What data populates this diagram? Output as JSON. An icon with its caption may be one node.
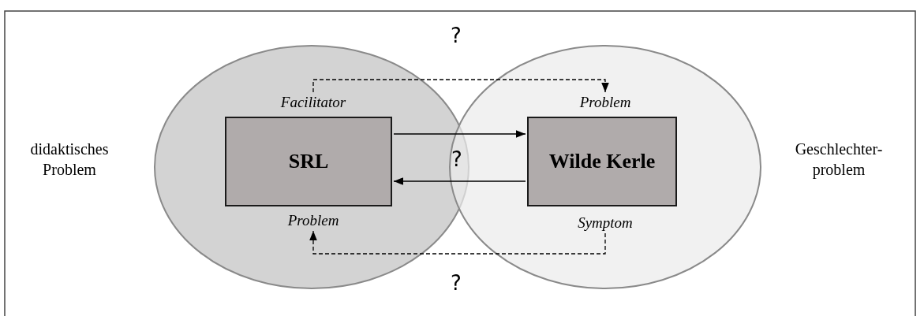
{
  "diagram": {
    "nodes": [
      {
        "text": [],
        "shape": "ellipse",
        "beside": [
          "didaktisches Problem"
        ]
      },
      {
        "text": [
          "Facilitator"
        ],
        "in": 0
      },
      {
        "text": [
          "SRL"
        ],
        "in": 0
      },
      {
        "text": [
          "Problem"
        ],
        "in": 0
      },
      {
        "text": [],
        "shape": "ellipse",
        "beside": [
          "Geschlechter- problem"
        ]
      },
      {
        "text": [
          "Problem"
        ],
        "in": 4
      },
      {
        "text": [
          "Wilde Kerle"
        ],
        "in": 4
      },
      {
        "text": [
          "Symptom"
        ],
        "in": 4
      }
    ],
    "edges": [
      {
        "from": 2,
        "to": 6,
        "arrow": "to"
      },
      {
        "from": 6,
        "to": 2,
        "arrow": "to"
      },
      {
        "from": 1,
        "to": 5,
        "arrow": "to",
        "label": "?",
        "style": "dashed"
      },
      {
        "from": 7,
        "to": 3,
        "arrow": "to",
        "label": "?",
        "style": "dashed"
      }
    ],
    "labels": [
      "?"
    ]
  }
}
